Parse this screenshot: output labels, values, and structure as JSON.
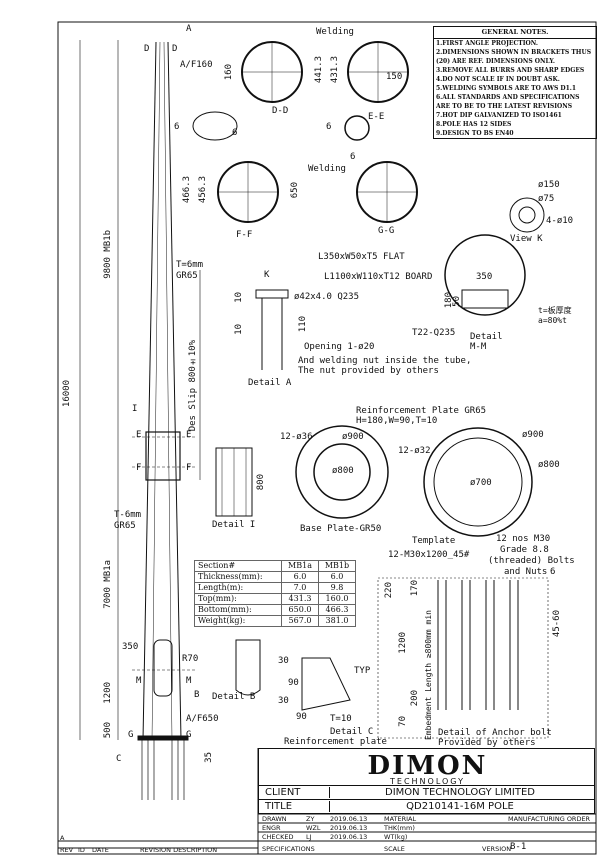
{
  "notes": {
    "heading": "GENERAL NOTES.",
    "items": [
      "1.FIRST ANGLE PROJECTION.",
      "2.DIMENSIONS SHOWN IN BRACKETS THUS",
      "(20) ARE REF. DIMENSIONS ONLY.",
      "3.REMOVE ALL BURRS AND SHARP EDGES",
      "4.DO NOT SCALE IF IN DOUBT ASK.",
      "5.WELDING SYMBOLS ARE TO AWS D1.1",
      "6.ALL STANDARDS AND SPECIFICATIONS",
      "ARE TO BE TO THE LATEST REVISIONS",
      "7.HOT DIP GALVANIZED TO ISO1461",
      "8.POLE HAS 12 SIDES",
      "9.DESIGN TO BS EN40"
    ]
  },
  "labels": {
    "top_a": "A",
    "d_left": "D",
    "d_right": "D",
    "af160": "A/F160",
    "welding1": "Welding",
    "welding2": "Welding",
    "dd": "D-D",
    "ee": "E-E",
    "ff": "F-F",
    "gg": "G-G",
    "dim_160": "160",
    "dim_4413a": "441.3",
    "dim_4313": "431.3",
    "dim_4663": "466.3",
    "dim_4563": "456.3",
    "dim_650": "650",
    "r150": "150",
    "n6a": "6",
    "n6b": "6",
    "n6c": "6",
    "n6d": "6",
    "phi150": "ø150",
    "phi75": "ø75",
    "phi10": "4-ø10",
    "viewk": "View K",
    "l350": "L350xW50xT5 FLAT",
    "l1100": "L1100xW110xT12 BOARD",
    "d350": "350",
    "d180": "180",
    "d50": "50",
    "t22": "T22-Q235",
    "detailmm": "Detail",
    "mm": "M-M",
    "tnote": "t=板厚度",
    "anote": "a=80%t",
    "k": "K",
    "phi42": "ø42x4.0 Q235",
    "d10a": "10",
    "d10b": "10",
    "d110": "110",
    "opening": "Opening 1-ø20",
    "weldnut1": "And welding nut inside the tube,",
    "weldnut2": "The nut provided by others",
    "detaila": "Detail A",
    "t6mm": "T=6mm",
    "gr65": "GR65",
    "t6mm2": "T-6mm",
    "gr65b": "GR65",
    "dim9800": "9800 MB1b",
    "dim16000": "16000",
    "dim7000": "7000 MB1a",
    "desslip": "Des Slip 800±10%",
    "i_label": "I",
    "e_l": "E",
    "e_r": "E",
    "f_l": "F",
    "f_r": "F",
    "d800": "800",
    "detaili": "Detail I",
    "reinf": "Reinforcement Plate GR65",
    "reinfsize": "H=180,W=90,T=10",
    "d1236": "12-ø36",
    "phi900a": "ø900",
    "phi800a": "ø800",
    "baseplate": "Base Plate-GR50",
    "d1232": "12-ø32",
    "phi900b": "ø900",
    "phi800b": "ø800",
    "phi700": "ø700",
    "template": "Template",
    "nosm30": "12 nos M30",
    "grade88": "Grade 8.8",
    "threaded": "(threaded) Bolts",
    "andnuts": "and Nuts",
    "m30": "12-M30x1200_45#",
    "d220": "220",
    "d170": "170",
    "d1200b": "1200",
    "d200": "200",
    "d70": "70",
    "d4560": "45-60",
    "embed": "Embedment Length ≥800mm min",
    "detailanchor": "Detail of Anchor bolt",
    "provided": "Provided by others",
    "d350b": "350",
    "r70": "R70",
    "m_l": "M",
    "m_r": "M",
    "b_label": "B",
    "af650": "A/F650",
    "d1200": "1200",
    "d500": "500",
    "d35": "35",
    "g_l": "G",
    "g_r": "G",
    "c_label": "C",
    "detailb": "Detail B",
    "d30": "30",
    "d90": "90",
    "d30b": "30",
    "d90b": "90",
    "typ": "TYP",
    "t10": "T=10",
    "detailc": "Detail C",
    "reinfplate": "Reinforcement plate",
    "six": "6"
  },
  "section_table": {
    "header": [
      "Section#",
      "MB1a",
      "MB1b"
    ],
    "rows": [
      [
        "Thickness(mm):",
        "6.0",
        "6.0"
      ],
      [
        "Length(m):",
        "7.0",
        "9.8"
      ],
      [
        "Top(mm):",
        "431.3",
        "160.0"
      ],
      [
        "Bottom(mm):",
        "650.0",
        "466.3"
      ],
      [
        "Weight(kg):",
        "567.0",
        "381.0"
      ]
    ]
  },
  "title_block": {
    "logo": "DIMON",
    "logo_sub": "TECHNOLOGY",
    "client_k": "CLIENT",
    "client_v": "DIMON TECHNOLOGY LIMITED",
    "title_k": "TITLE",
    "title_v": "QD210141-16M POLE",
    "drawn": "DRAWN",
    "drawn_by": "ZY",
    "drawn_date": "2019.06.13",
    "engr": "ENGR",
    "engr_by": "WZL",
    "engr_date": "2019.06.13",
    "checked": "CHECKED",
    "checked_by": "LJ",
    "checked_date": "2019.06.13",
    "material": "MATERIAL",
    "thk": "THK(mm)",
    "wt": "WT(kg)",
    "scale": "SCALE",
    "mfg": "MANUFACTURING ORDER",
    "version_k": "VERSION",
    "version_v": "B-1",
    "specs": "SPECIFICATIONS",
    "rev_a": "A",
    "rev": "REV",
    "id": "ID",
    "date": "DATE",
    "revdesc": "REVISION DESCRIPTION"
  }
}
